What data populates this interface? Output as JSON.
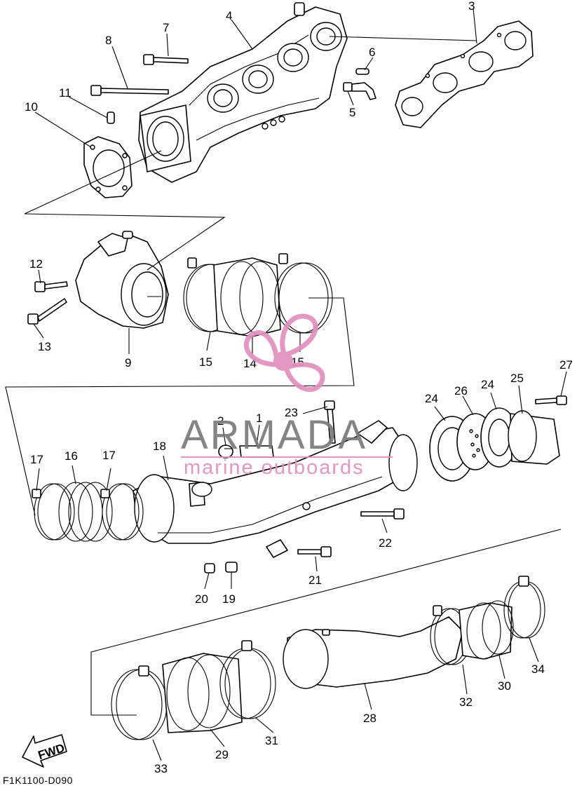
{
  "diagram": {
    "code": "F1K1100-D090",
    "direction_label": "FWD",
    "watermark": {
      "brand": "ARMADA",
      "tagline": "marine outboards",
      "logo_color": "#e38fc0",
      "text_color": "#7a7a7a"
    },
    "callouts": [
      "1",
      "2",
      "3",
      "4",
      "5",
      "6",
      "7",
      "8",
      "9",
      "10",
      "11",
      "12",
      "13",
      "14",
      "15",
      "15",
      "16",
      "17",
      "17",
      "18",
      "19",
      "20",
      "21",
      "22",
      "23",
      "24",
      "24",
      "25",
      "26",
      "27",
      "28",
      "29",
      "30",
      "31",
      "32",
      "33",
      "34"
    ]
  }
}
